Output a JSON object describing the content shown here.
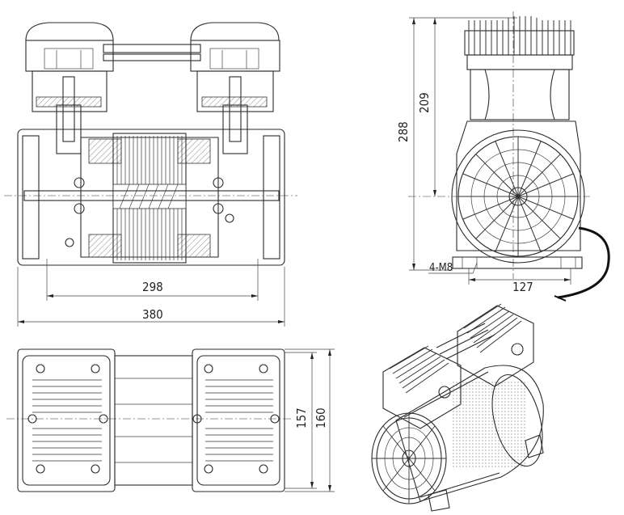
{
  "drawing": {
    "front_view": {
      "dims": {
        "width_inner": "298",
        "width_overall": "380"
      }
    },
    "side_view": {
      "dims": {
        "height_overall": "288",
        "height_center": "209",
        "base_width": "127",
        "mount": "4-M8"
      }
    },
    "top_view": {
      "dims": {
        "depth_inner": "157",
        "depth_overall": "160"
      }
    }
  }
}
